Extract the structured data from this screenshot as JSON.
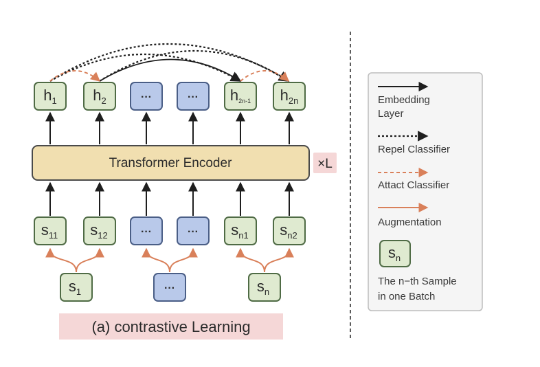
{
  "colors": {
    "green_fill": "#dfead0",
    "green_stroke": "#4f6b45",
    "blue_fill": "#b9c9ea",
    "blue_stroke": "#4a5e86",
    "encoder_fill": "#f1dfb0",
    "encoder_stroke": "#4a4a4a",
    "orange": "#d9805a",
    "black": "#1e1e1e",
    "caption_bg": "#f5d7d7",
    "legend_bg": "#f5f5f5"
  },
  "top_nodes": [
    {
      "base": "h",
      "sub": "1",
      "kind": "green"
    },
    {
      "base": "h",
      "sub": "2",
      "kind": "green"
    },
    {
      "base": "···",
      "sub": "",
      "kind": "blue"
    },
    {
      "base": "···",
      "sub": "",
      "kind": "blue"
    },
    {
      "base": "h",
      "sub": "2n-1",
      "kind": "green"
    },
    {
      "base": "h",
      "sub": "2n",
      "kind": "green"
    }
  ],
  "encoder": {
    "label": "Transformer Encoder",
    "repeat": "×L"
  },
  "aug_nodes": [
    {
      "base": "s",
      "sub": "11",
      "kind": "green"
    },
    {
      "base": "s",
      "sub": "12",
      "kind": "green"
    },
    {
      "base": "···",
      "sub": "",
      "kind": "blue"
    },
    {
      "base": "···",
      "sub": "",
      "kind": "blue"
    },
    {
      "base": "s",
      "sub": "n1",
      "kind": "green"
    },
    {
      "base": "s",
      "sub": "n2",
      "kind": "green"
    }
  ],
  "sample_nodes": [
    {
      "base": "s",
      "sub": "1",
      "kind": "green"
    },
    {
      "base": "···",
      "sub": "",
      "kind": "blue"
    },
    {
      "base": "s",
      "sub": "n",
      "kind": "green"
    }
  ],
  "caption": "(a)  contrastive Learning",
  "legend": {
    "embedding_line1": "Embedding",
    "embedding_line2": "Layer",
    "repel": "Repel Classifier",
    "attract": "Attact Classifier",
    "augmentation": "Augmentation",
    "sample_node": {
      "base": "s",
      "sub": "n"
    },
    "sample_line1": "The n−th Sample",
    "sample_line2": "in one Batch"
  }
}
